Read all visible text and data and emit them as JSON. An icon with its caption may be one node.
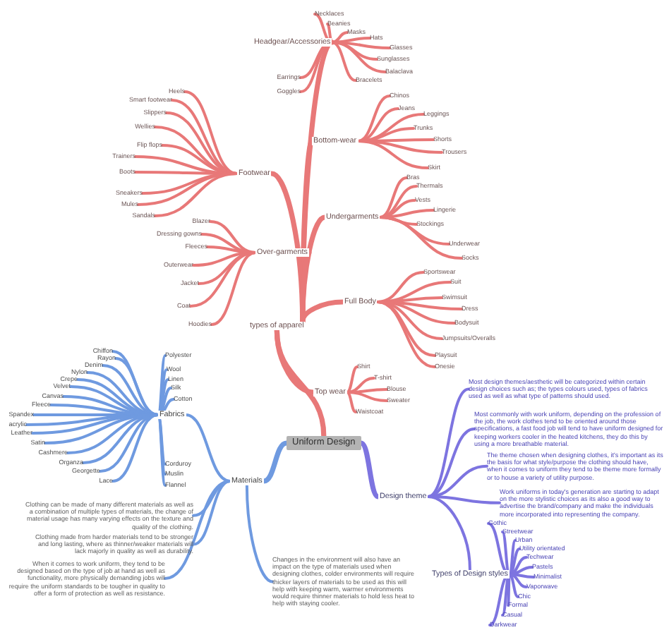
{
  "diagram": {
    "nodes": [
      {
        "text": [
          "Uniform Design"
        ]
      },
      {
        "text": [
          "types of apparel"
        ]
      },
      {
        "text": [
          "Headgear/Accessories"
        ]
      },
      {
        "text": [
          "Necklaces"
        ]
      },
      {
        "text": [
          "Beanies"
        ]
      },
      {
        "text": [
          "Masks"
        ]
      },
      {
        "text": [
          "Hats"
        ]
      },
      {
        "text": [
          "Glasses"
        ]
      },
      {
        "text": [
          "Sunglasses"
        ]
      },
      {
        "text": [
          "Balaclava"
        ]
      },
      {
        "text": [
          "Bracelets"
        ]
      },
      {
        "text": [
          "Earrings"
        ]
      },
      {
        "text": [
          "Goggles"
        ]
      },
      {
        "text": [
          "Bottom-wear"
        ]
      },
      {
        "text": [
          "Chinos"
        ]
      },
      {
        "text": [
          "Jeans"
        ]
      },
      {
        "text": [
          "Leggings"
        ]
      },
      {
        "text": [
          "Trunks"
        ]
      },
      {
        "text": [
          "Shorts"
        ]
      },
      {
        "text": [
          "Trousers"
        ]
      },
      {
        "text": [
          "Skirt"
        ]
      },
      {
        "text": [
          "Footwear"
        ]
      },
      {
        "text": [
          "Heels"
        ]
      },
      {
        "text": [
          "Smart footwear"
        ]
      },
      {
        "text": [
          "Slippers"
        ]
      },
      {
        "text": [
          "Wellies"
        ]
      },
      {
        "text": [
          "Flip flops"
        ]
      },
      {
        "text": [
          "Trainers"
        ]
      },
      {
        "text": [
          "Boots"
        ]
      },
      {
        "text": [
          "Sneakers"
        ]
      },
      {
        "text": [
          "Mules"
        ]
      },
      {
        "text": [
          "Sandals"
        ]
      },
      {
        "text": [
          "Undergarments"
        ]
      },
      {
        "text": [
          "Bras"
        ]
      },
      {
        "text": [
          "Thermals"
        ]
      },
      {
        "text": [
          "Vests"
        ]
      },
      {
        "text": [
          "Lingerie"
        ]
      },
      {
        "text": [
          "Stockings"
        ]
      },
      {
        "text": [
          "Underwear"
        ]
      },
      {
        "text": [
          "Socks"
        ]
      },
      {
        "text": [
          "Over-garments"
        ]
      },
      {
        "text": [
          "Blazer"
        ]
      },
      {
        "text": [
          "Dressing gowns"
        ]
      },
      {
        "text": [
          "Fleeces"
        ]
      },
      {
        "text": [
          "Outerwear"
        ]
      },
      {
        "text": [
          "Jacket"
        ]
      },
      {
        "text": [
          "Coat"
        ]
      },
      {
        "text": [
          "Hoodies"
        ]
      },
      {
        "text": [
          "Full Body"
        ]
      },
      {
        "text": [
          "Sportswear"
        ]
      },
      {
        "text": [
          "Suit"
        ]
      },
      {
        "text": [
          "Swimsuit"
        ]
      },
      {
        "text": [
          "Dress"
        ]
      },
      {
        "text": [
          "Bodysuit"
        ]
      },
      {
        "text": [
          "Jumpsuits/Overalls"
        ]
      },
      {
        "text": [
          "Playsuit"
        ]
      },
      {
        "text": [
          "Onesie"
        ]
      },
      {
        "text": [
          "Top wear"
        ]
      },
      {
        "text": [
          "Shirt"
        ]
      },
      {
        "text": [
          "T-shirt"
        ]
      },
      {
        "text": [
          "Blouse"
        ]
      },
      {
        "text": [
          "Sweater"
        ]
      },
      {
        "text": [
          "Waistcoat"
        ]
      },
      {
        "text": [
          "Materials"
        ]
      },
      {
        "text": [
          "Fabrics"
        ]
      },
      {
        "text": [
          "Chiffon"
        ]
      },
      {
        "text": [
          "Rayon"
        ]
      },
      {
        "text": [
          "Denim"
        ]
      },
      {
        "text": [
          "Nylon"
        ]
      },
      {
        "text": [
          "Crepe"
        ]
      },
      {
        "text": [
          "Velvet"
        ]
      },
      {
        "text": [
          "Canvas"
        ]
      },
      {
        "text": [
          "Fleece"
        ]
      },
      {
        "text": [
          "Spandex"
        ]
      },
      {
        "text": [
          "acrylic"
        ]
      },
      {
        "text": [
          "Leather"
        ]
      },
      {
        "text": [
          "Satin"
        ]
      },
      {
        "text": [
          "Cashmere"
        ]
      },
      {
        "text": [
          "Organza"
        ]
      },
      {
        "text": [
          "Georgette"
        ]
      },
      {
        "text": [
          "Lace"
        ]
      },
      {
        "text": [
          "Polyester"
        ]
      },
      {
        "text": [
          "Wool"
        ]
      },
      {
        "text": [
          "Linen"
        ]
      },
      {
        "text": [
          "Silk"
        ]
      },
      {
        "text": [
          "Cotton"
        ]
      },
      {
        "text": [
          "Corduroy"
        ]
      },
      {
        "text": [
          "Muslin"
        ]
      },
      {
        "text": [
          "Flannel"
        ]
      },
      {
        "text": [
          "Clothing can be made of many different materials as well as a combination of multiple types of materials, the change of material usage has many varying effects on the texture and quality of the clothing."
        ]
      },
      {
        "text": [
          "Clothing made from harder materials tend to be stronger and long lasting, where as thinner/weaker materials will lack majorly in quality as well as durability."
        ]
      },
      {
        "text": [
          "When it comes to work uniform, they tend to be designed based on the type of job at hand as well as functionality, more physically demanding jobs will require the uniform standards to be tougher in quality to offer a form of protection as well as resistance."
        ]
      },
      {
        "text": [
          "Changes in the environment will also have an impact on the type of materials used when designing clothes, colder environments will require thicker layers of materials to be used as this will help with keeping warm, warmer environments would require thinner materials to hold less heat to help with staying cooler."
        ]
      },
      {
        "text": [
          "Design theme"
        ]
      },
      {
        "text": [
          "Most design themes/aesthetic will be categorized within certain design choices such as; the types colours used, types of fabrics used as well as what type of patterns should used."
        ]
      },
      {
        "text": [
          "Most commonly with work uniform, depending on the profession of the job, the work clothes tend to be oriented around those specifications, a fast food job will tend to have uniform designed for keeping workers cooler in the heated kitchens, they do this by using a more breathable material."
        ]
      },
      {
        "text": [
          "The theme chosen when designing clothes, it's important as its the basis for what style/purpose the clothing should have, when it comes to uniform they tend to be theme more formally or to house a variety of utility purpose."
        ]
      },
      {
        "text": [
          "Work uniforms in today's generation are starting to adapt on the more stylistic choices as its also a good way to advertise the brand/company and make the individuals more incorporated into representing the company."
        ]
      },
      {
        "text": [
          "Types of Design styles"
        ]
      },
      {
        "text": [
          "Gothic"
        ]
      },
      {
        "text": [
          "Streetwear"
        ]
      },
      {
        "text": [
          "Urban"
        ]
      },
      {
        "text": [
          "Utility orientated"
        ]
      },
      {
        "text": [
          "Techwear"
        ]
      },
      {
        "text": [
          "Pastels"
        ]
      },
      {
        "text": [
          "Minimalist"
        ]
      },
      {
        "text": [
          "Vaporwave"
        ]
      },
      {
        "text": [
          "Chic"
        ]
      },
      {
        "text": [
          "Formal"
        ]
      },
      {
        "text": [
          "Casual"
        ]
      },
      {
        "text": [
          "Darkwear"
        ]
      }
    ],
    "edges": [
      {
        "from": 0,
        "to": 1,
        "arrow": "none",
        "style": "thick"
      },
      {
        "from": 0,
        "to": 63,
        "arrow": "none",
        "style": "thick",
        "color": "#6f9ae0"
      },
      {
        "from": 0,
        "to": 93,
        "arrow": "none",
        "style": "thick",
        "color": "#7d74e0"
      },
      {
        "from": 1,
        "to": 2,
        "arrow": "none",
        "style": "thick"
      },
      {
        "from": 1,
        "to": 13,
        "arrow": "none",
        "style": "thick"
      },
      {
        "from": 1,
        "to": 21,
        "arrow": "none",
        "style": "thick"
      },
      {
        "from": 1,
        "to": 32,
        "arrow": "none",
        "style": "thick"
      },
      {
        "from": 1,
        "to": 40,
        "arrow": "none",
        "style": "thick"
      },
      {
        "from": 1,
        "to": 48,
        "arrow": "none",
        "style": "thick"
      },
      {
        "from": 1,
        "to": 57,
        "arrow": "none",
        "style": "thick"
      },
      {
        "from": 2,
        "to": 3,
        "arrow": "none"
      },
      {
        "from": 2,
        "to": 4,
        "arrow": "none"
      },
      {
        "from": 2,
        "to": 5,
        "arrow": "none"
      },
      {
        "from": 2,
        "to": 6,
        "arrow": "none"
      },
      {
        "from": 2,
        "to": 7,
        "arrow": "none"
      },
      {
        "from": 2,
        "to": 8,
        "arrow": "none"
      },
      {
        "from": 2,
        "to": 9,
        "arrow": "none"
      },
      {
        "from": 2,
        "to": 10,
        "arrow": "none"
      },
      {
        "from": 2,
        "to": 11,
        "arrow": "none"
      },
      {
        "from": 2,
        "to": 12,
        "arrow": "none"
      },
      {
        "from": 13,
        "to": 14,
        "arrow": "none"
      },
      {
        "from": 13,
        "to": 15,
        "arrow": "none"
      },
      {
        "from": 13,
        "to": 16,
        "arrow": "none"
      },
      {
        "from": 13,
        "to": 17,
        "arrow": "none"
      },
      {
        "from": 13,
        "to": 18,
        "arrow": "none"
      },
      {
        "from": 13,
        "to": 19,
        "arrow": "none"
      },
      {
        "from": 13,
        "to": 20,
        "arrow": "none"
      },
      {
        "from": 21,
        "to": 22,
        "arrow": "none"
      },
      {
        "from": 21,
        "to": 23,
        "arrow": "none"
      },
      {
        "from": 21,
        "to": 24,
        "arrow": "none"
      },
      {
        "from": 21,
        "to": 25,
        "arrow": "none"
      },
      {
        "from": 21,
        "to": 26,
        "arrow": "none"
      },
      {
        "from": 21,
        "to": 27,
        "arrow": "none"
      },
      {
        "from": 21,
        "to": 28,
        "arrow": "none"
      },
      {
        "from": 21,
        "to": 29,
        "arrow": "none"
      },
      {
        "from": 21,
        "to": 30,
        "arrow": "none"
      },
      {
        "from": 21,
        "to": 31,
        "arrow": "none"
      },
      {
        "from": 32,
        "to": 33,
        "arrow": "none"
      },
      {
        "from": 32,
        "to": 34,
        "arrow": "none"
      },
      {
        "from": 32,
        "to": 35,
        "arrow": "none"
      },
      {
        "from": 32,
        "to": 36,
        "arrow": "none"
      },
      {
        "from": 32,
        "to": 37,
        "arrow": "none"
      },
      {
        "from": 32,
        "to": 38,
        "arrow": "none"
      },
      {
        "from": 32,
        "to": 39,
        "arrow": "none"
      },
      {
        "from": 40,
        "to": 41,
        "arrow": "none"
      },
      {
        "from": 40,
        "to": 42,
        "arrow": "none"
      },
      {
        "from": 40,
        "to": 43,
        "arrow": "none"
      },
      {
        "from": 40,
        "to": 44,
        "arrow": "none"
      },
      {
        "from": 40,
        "to": 45,
        "arrow": "none"
      },
      {
        "from": 40,
        "to": 46,
        "arrow": "none"
      },
      {
        "from": 40,
        "to": 47,
        "arrow": "none"
      },
      {
        "from": 48,
        "to": 49,
        "arrow": "none"
      },
      {
        "from": 48,
        "to": 50,
        "arrow": "none"
      },
      {
        "from": 48,
        "to": 51,
        "arrow": "none"
      },
      {
        "from": 48,
        "to": 52,
        "arrow": "none"
      },
      {
        "from": 48,
        "to": 53,
        "arrow": "none"
      },
      {
        "from": 48,
        "to": 54,
        "arrow": "none"
      },
      {
        "from": 48,
        "to": 55,
        "arrow": "none"
      },
      {
        "from": 48,
        "to": 56,
        "arrow": "none"
      },
      {
        "from": 57,
        "to": 58,
        "arrow": "none"
      },
      {
        "from": 57,
        "to": 59,
        "arrow": "none"
      },
      {
        "from": 57,
        "to": 60,
        "arrow": "none"
      },
      {
        "from": 57,
        "to": 61,
        "arrow": "none"
      },
      {
        "from": 57,
        "to": 62,
        "arrow": "none"
      },
      {
        "from": 63,
        "to": 64,
        "arrow": "none",
        "color": "#6f9ae0"
      },
      {
        "from": 64,
        "to": 65,
        "arrow": "none",
        "color": "#6f9ae0"
      },
      {
        "from": 64,
        "to": 66,
        "arrow": "none",
        "color": "#6f9ae0"
      },
      {
        "from": 64,
        "to": 67,
        "arrow": "none",
        "color": "#6f9ae0"
      },
      {
        "from": 64,
        "to": 68,
        "arrow": "none",
        "color": "#6f9ae0"
      },
      {
        "from": 64,
        "to": 69,
        "arrow": "none",
        "color": "#6f9ae0"
      },
      {
        "from": 64,
        "to": 70,
        "arrow": "none",
        "color": "#6f9ae0"
      },
      {
        "from": 64,
        "to": 71,
        "arrow": "none",
        "color": "#6f9ae0"
      },
      {
        "from": 64,
        "to": 72,
        "arrow": "none",
        "color": "#6f9ae0"
      },
      {
        "from": 64,
        "to": 73,
        "arrow": "none",
        "color": "#6f9ae0"
      },
      {
        "from": 64,
        "to": 74,
        "arrow": "none",
        "color": "#6f9ae0"
      },
      {
        "from": 64,
        "to": 75,
        "arrow": "none",
        "color": "#6f9ae0"
      },
      {
        "from": 64,
        "to": 76,
        "arrow": "none",
        "color": "#6f9ae0"
      },
      {
        "from": 64,
        "to": 77,
        "arrow": "none",
        "color": "#6f9ae0"
      },
      {
        "from": 64,
        "to": 78,
        "arrow": "none",
        "color": "#6f9ae0"
      },
      {
        "from": 64,
        "to": 79,
        "arrow": "none",
        "color": "#6f9ae0"
      },
      {
        "from": 64,
        "to": 80,
        "arrow": "none",
        "color": "#6f9ae0"
      },
      {
        "from": 64,
        "to": 81,
        "arrow": "none",
        "color": "#6f9ae0"
      },
      {
        "from": 64,
        "to": 82,
        "arrow": "none",
        "color": "#6f9ae0"
      },
      {
        "from": 64,
        "to": 83,
        "arrow": "none",
        "color": "#6f9ae0"
      },
      {
        "from": 64,
        "to": 84,
        "arrow": "none",
        "color": "#6f9ae0"
      },
      {
        "from": 64,
        "to": 85,
        "arrow": "none",
        "color": "#6f9ae0"
      },
      {
        "from": 64,
        "to": 86,
        "arrow": "none",
        "color": "#6f9ae0"
      },
      {
        "from": 64,
        "to": 87,
        "arrow": "none",
        "color": "#6f9ae0"
      },
      {
        "from": 64,
        "to": 88,
        "arrow": "none",
        "color": "#6f9ae0"
      },
      {
        "from": 63,
        "to": 89,
        "arrow": "none",
        "color": "#6f9ae0"
      },
      {
        "from": 63,
        "to": 90,
        "arrow": "none",
        "color": "#6f9ae0"
      },
      {
        "from": 63,
        "to": 91,
        "arrow": "none",
        "color": "#6f9ae0"
      },
      {
        "from": 63,
        "to": 92,
        "arrow": "none",
        "color": "#6f9ae0"
      },
      {
        "from": 93,
        "to": 94,
        "arrow": "none",
        "color": "#7d74e0"
      },
      {
        "from": 93,
        "to": 95,
        "arrow": "none",
        "color": "#7d74e0"
      },
      {
        "from": 93,
        "to": 96,
        "arrow": "none",
        "color": "#7d74e0"
      },
      {
        "from": 93,
        "to": 97,
        "arrow": "none",
        "color": "#7d74e0"
      },
      {
        "from": 93,
        "to": 98,
        "arrow": "none",
        "color": "#7d74e0"
      },
      {
        "from": 98,
        "to": 99,
        "arrow": "none",
        "color": "#7d74e0"
      },
      {
        "from": 98,
        "to": 100,
        "arrow": "none",
        "color": "#7d74e0"
      },
      {
        "from": 98,
        "to": 101,
        "arrow": "none",
        "color": "#7d74e0"
      },
      {
        "from": 98,
        "to": 102,
        "arrow": "none",
        "color": "#7d74e0"
      },
      {
        "from": 98,
        "to": 103,
        "arrow": "none",
        "color": "#7d74e0"
      },
      {
        "from": 98,
        "to": 104,
        "arrow": "none",
        "color": "#7d74e0"
      },
      {
        "from": 98,
        "to": 105,
        "arrow": "none",
        "color": "#7d74e0"
      },
      {
        "from": 98,
        "to": 106,
        "arrow": "none",
        "color": "#7d74e0"
      },
      {
        "from": 98,
        "to": 107,
        "arrow": "none",
        "color": "#7d74e0"
      },
      {
        "from": 98,
        "to": 108,
        "arrow": "none",
        "color": "#7d74e0"
      },
      {
        "from": 98,
        "to": 109,
        "arrow": "none",
        "color": "#7d74e0"
      },
      {
        "from": 98,
        "to": 110,
        "arrow": "none",
        "color": "#7d74e0"
      }
    ]
  }
}
